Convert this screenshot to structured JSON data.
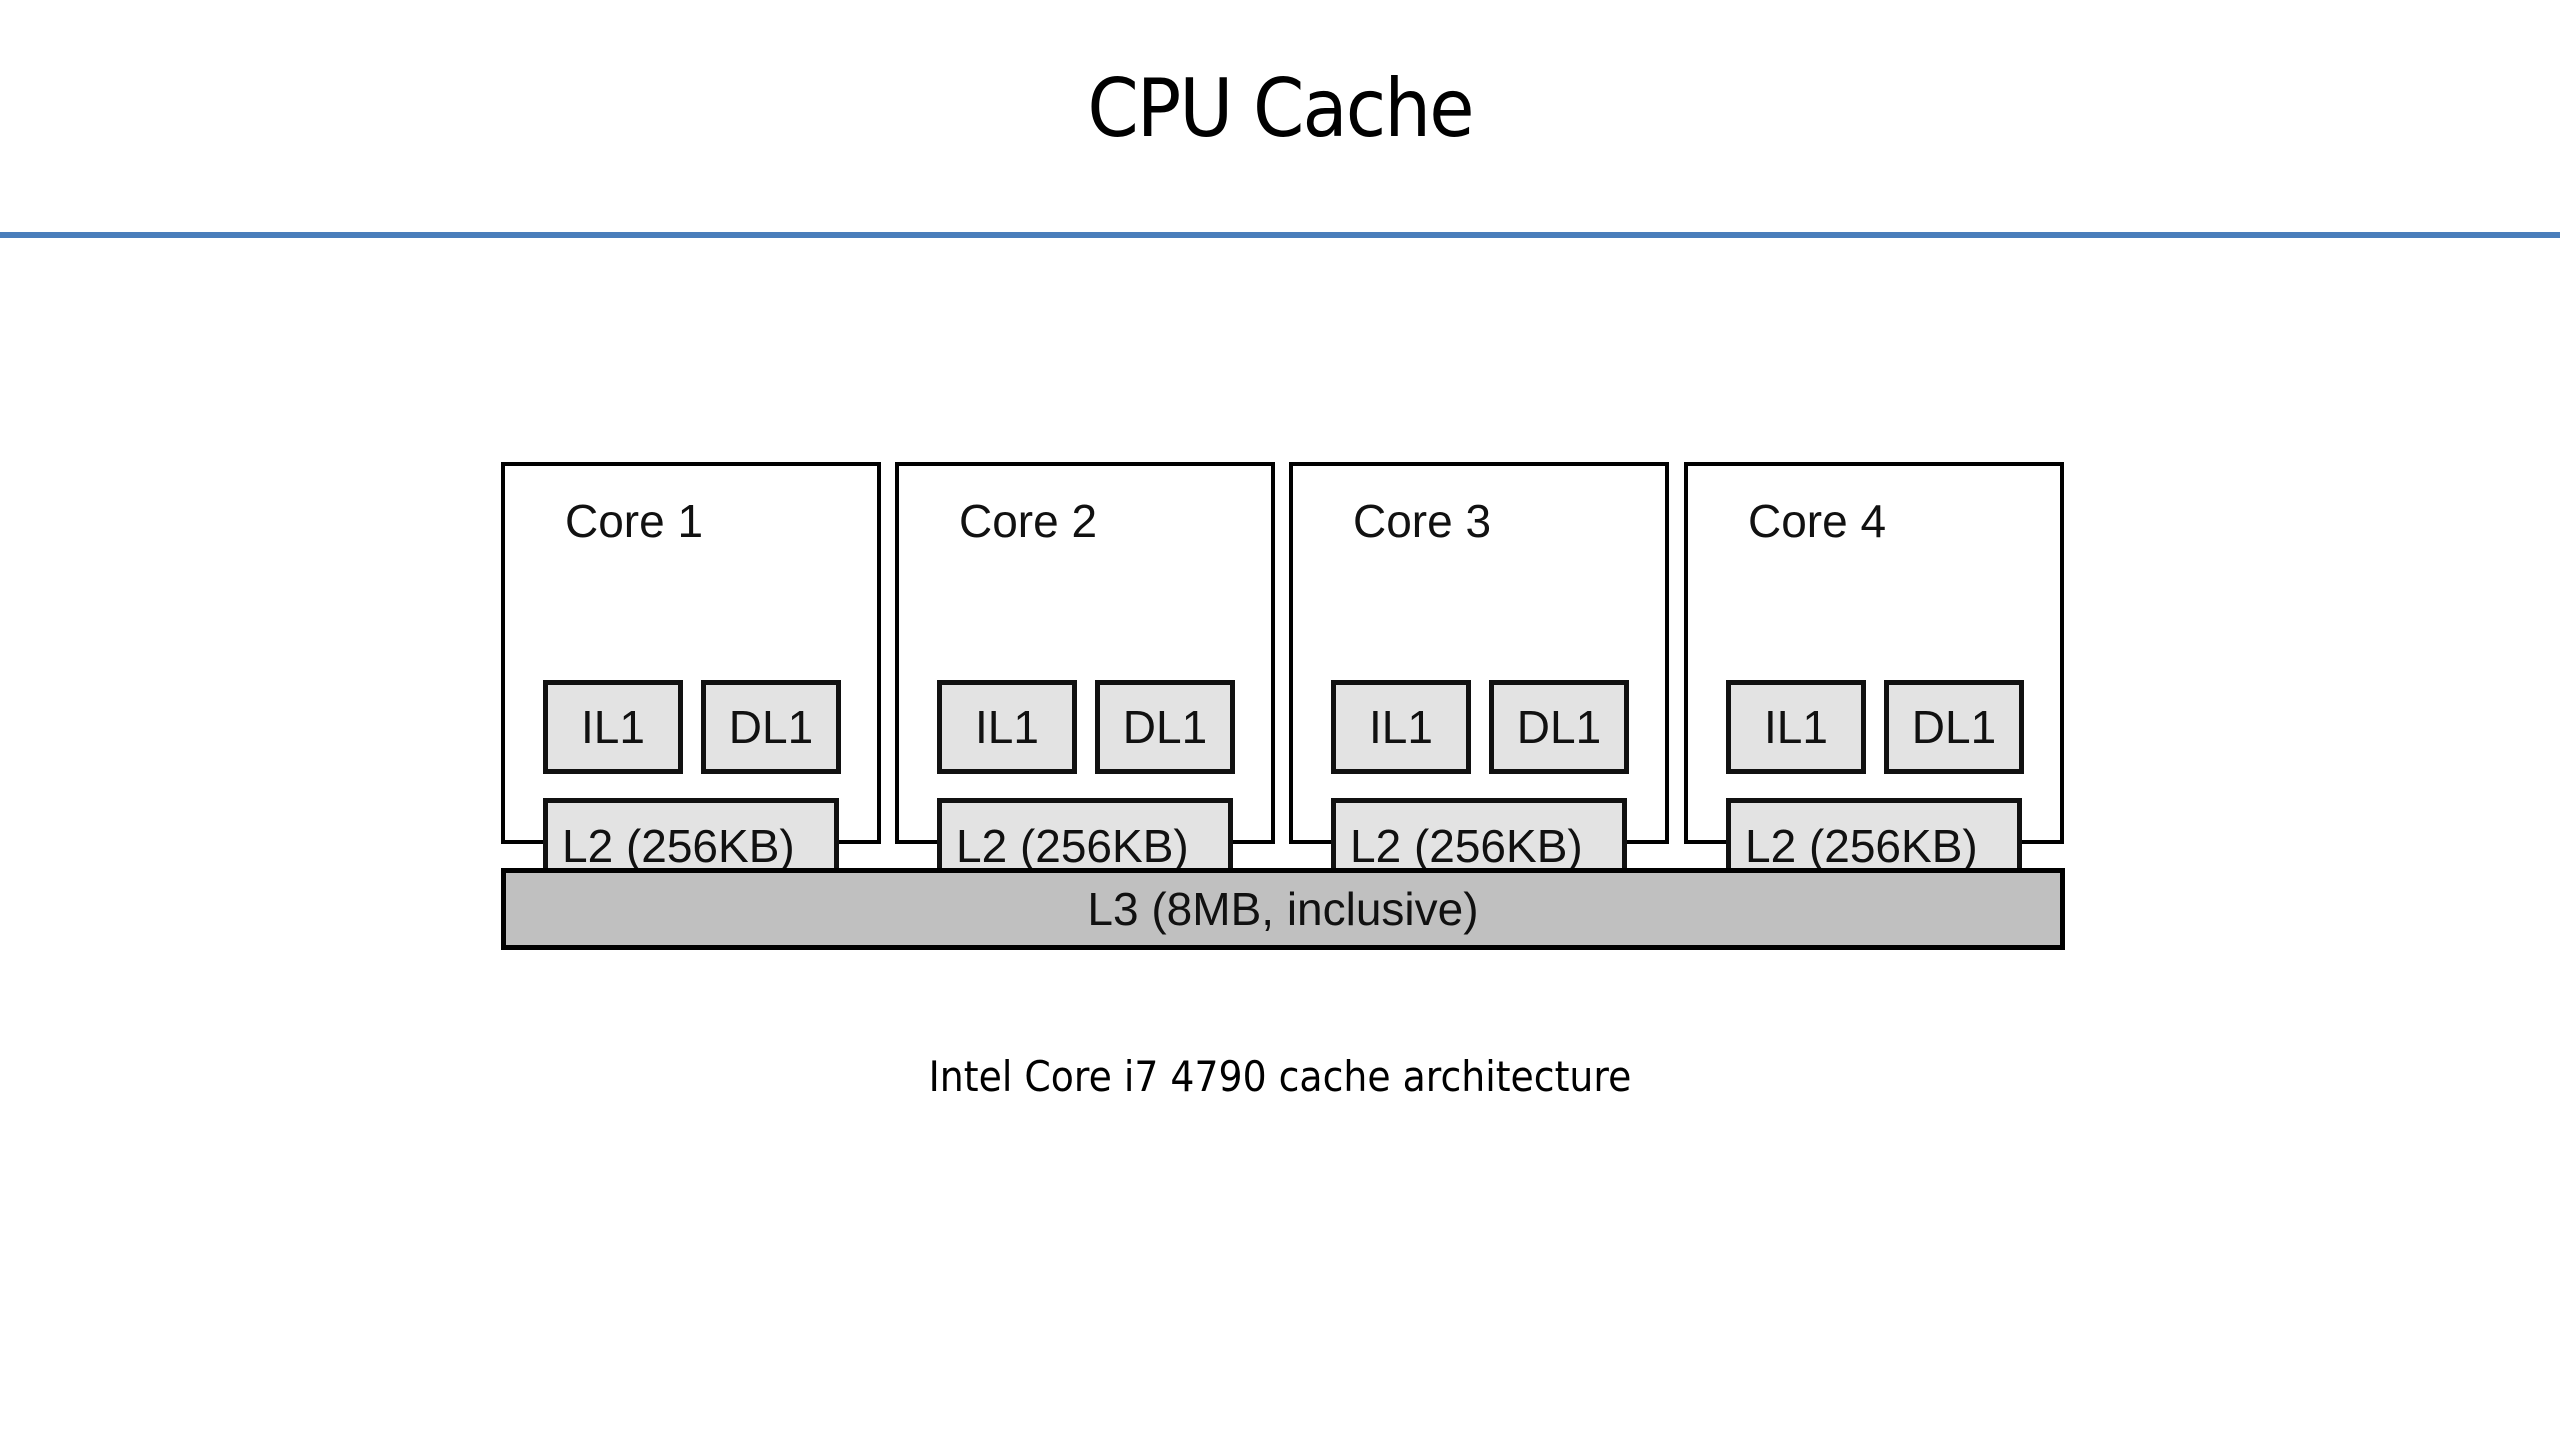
{
  "slide": {
    "title": "CPU Cache",
    "caption": "Intel Core i7 4790 cache architecture"
  },
  "diagram": {
    "cores": [
      {
        "label": "Core 1",
        "il1": "IL1",
        "dl1": "DL1",
        "l2": "L2 (256KB)"
      },
      {
        "label": "Core 2",
        "il1": "IL1",
        "dl1": "DL1",
        "l2": "L2 (256KB)"
      },
      {
        "label": "Core 3",
        "il1": "IL1",
        "dl1": "DL1",
        "l2": "L2 (256KB)"
      },
      {
        "label": "Core 4",
        "il1": "IL1",
        "dl1": "DL1",
        "l2": "L2 (256KB)"
      }
    ],
    "l3": "L3 (8MB, inclusive)",
    "colors": {
      "rule": "#4a7ebb",
      "l1_l2_fill": "#e3e3e3",
      "l3_fill": "#c0c0c0"
    }
  }
}
